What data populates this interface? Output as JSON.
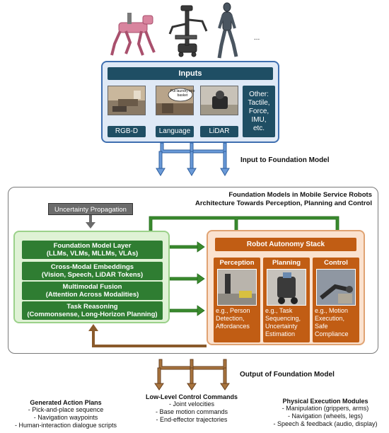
{
  "ellipsis": "...",
  "inputs": {
    "title": "Inputs",
    "speech_bubble": "Put laundry into basket",
    "items": [
      "RGB-D",
      "Language",
      "LiDAR"
    ],
    "other": "Other:\nTactile,\nForce,\nIMU,\netc."
  },
  "input_caption": "Input to Foundation Model",
  "fm": {
    "title_line1": "Foundation Models in Mobile Service Robots",
    "title_line2": "Architecture Towards Perception, Planning and Control",
    "uncertainty": "Uncertainty Propagation",
    "layers": [
      {
        "l1": "Foundation Model Layer",
        "l2": "(LLMs, VLMs, MLLMs, VLAs)"
      },
      {
        "l1": "Cross-Modal Embeddings",
        "l2": "(Vision, Speech, LiDAR Tokens)"
      },
      {
        "l1": "Multimodal Fusion",
        "l2": "(Attention Across Modalities)"
      },
      {
        "l1": "Task Reasoning",
        "l2": "(Commonsense, Long-Horizon Planning)"
      }
    ]
  },
  "stack": {
    "title": "Robot Autonomy Stack",
    "columns": [
      {
        "title": "Perception",
        "text": "e.g., Person\nDetection,\nAffordances"
      },
      {
        "title": "Planning",
        "text": "e.g., Task\nSequencing,\nUncertainty\nEstimation"
      },
      {
        "title": "Control",
        "text": "e.g., Motion\nExecution,\nSafe\nCompliance"
      }
    ]
  },
  "output_caption": "Output of Foundation Model",
  "outputs": [
    {
      "title": "Generated Action Plans",
      "items": [
        "- Pick-and-place sequence",
        "- Navigation waypoints",
        "- Human-interaction dialogue scripts"
      ]
    },
    {
      "title": "Low-Level Control Commands",
      "items": [
        "- Joint velocities",
        "- Base motion commands",
        "- End-effector trajectories"
      ]
    },
    {
      "title": "Physical Execution Modules",
      "items": [
        "- Manipulation (grippers, arms)",
        "- Navigation (wheels, legs)",
        "- Speech & feedback (audio, display)"
      ]
    }
  ],
  "colors": {
    "blue_arrow": "#4a7cc7",
    "green_arrow": "#3a8a2e",
    "brown_arrow": "#8a5a2b",
    "orange": "#c15d14",
    "dark_teal": "#1f4e64"
  }
}
